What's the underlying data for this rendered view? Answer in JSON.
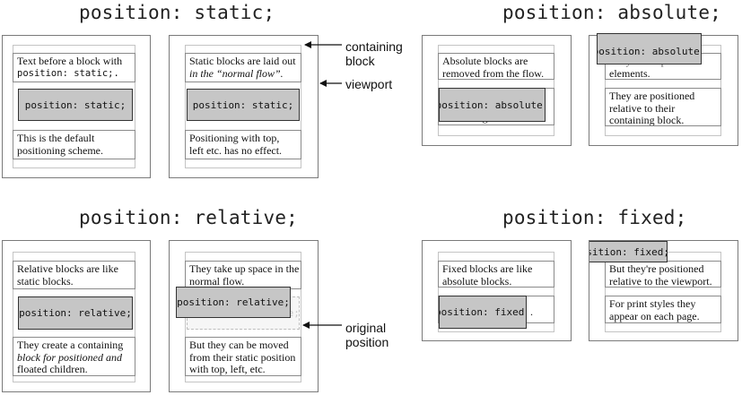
{
  "headings": {
    "static": "position: static;",
    "absolute": "position: absolute;",
    "relative": "position: relative;",
    "fixed": "position: fixed;"
  },
  "annotations": {
    "containing_block": [
      "containing",
      "block"
    ],
    "viewport": "viewport",
    "original_position": [
      "original",
      "position"
    ]
  },
  "static": {
    "left": {
      "top_block": [
        "Text before a block with",
        "position: static;."
      ],
      "gray": "position: static;",
      "bottom_block": [
        "This is the default",
        "positioning scheme."
      ]
    },
    "right": {
      "top_block": [
        "Static blocks are laid out",
        "in the “normal flow”."
      ],
      "gray": "position: static;",
      "bottom_block": [
        "Positioning with top,",
        "left etc. has no effect."
      ]
    }
  },
  "absolute": {
    "left": {
      "top_block": [
        "Absolute blocks are",
        "removed from the flow."
      ],
      "gray": "position: absolute;",
      "behind_text": "containing block."
    },
    "right": {
      "gray": "position: absolute;",
      "behind_text": "They overlap other",
      "top_block_line2": "elements.",
      "bottom_block": [
        "They are positioned",
        "relative to their",
        "containing block."
      ]
    }
  },
  "relative": {
    "left": {
      "top_block": [
        "Relative blocks are like",
        "static blocks."
      ],
      "gray": "position: relative;",
      "bottom_block": [
        "They create a containing",
        "block for positioned and",
        "floated children."
      ]
    },
    "right": {
      "top_block": [
        "They take up space in the",
        "normal flow."
      ],
      "gray": "position: relative;",
      "ghost": "position: relative;",
      "bottom_block": [
        "But they can be moved",
        "from their static position",
        "with top, left, etc."
      ]
    }
  },
  "fixed": {
    "left": {
      "top_block": [
        "Fixed blocks are like",
        "absolute blocks."
      ],
      "gray": "position: fixed;",
      "behind_text": "."
    },
    "right": {
      "gray": "position: fixed;",
      "top_block": [
        "But they're positioned",
        "relative to the viewport."
      ],
      "bottom_block": [
        "For print styles they",
        "appear on each page."
      ]
    }
  }
}
